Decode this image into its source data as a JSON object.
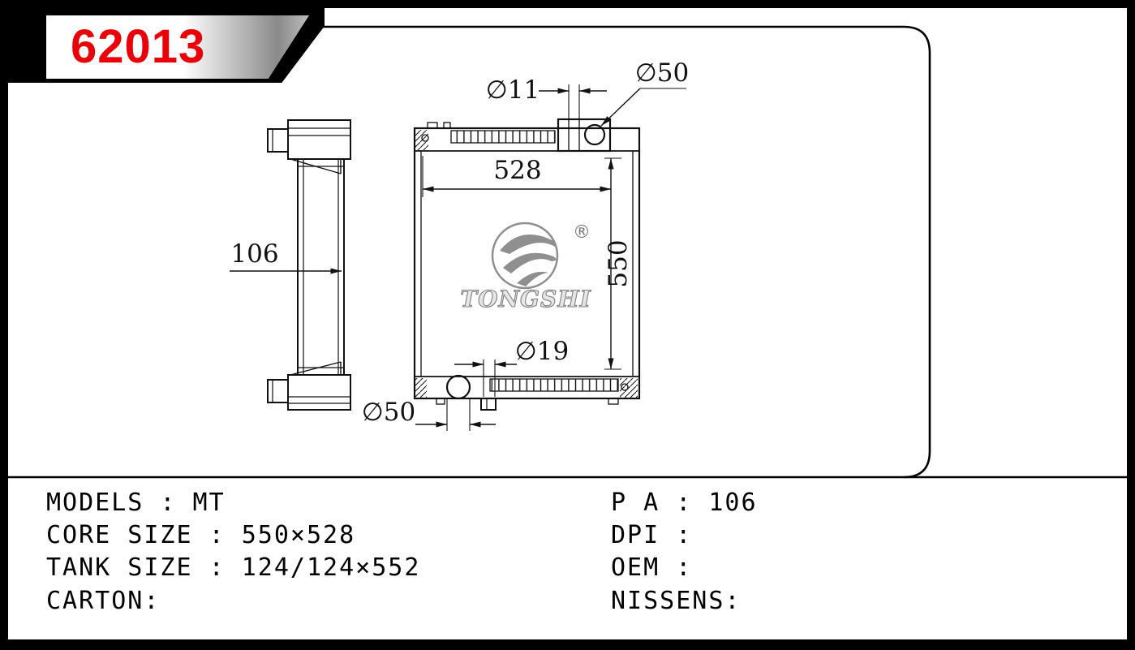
{
  "badge": {
    "part_number": "62013"
  },
  "logo": {
    "brand": "TONGSHI",
    "registered": "®"
  },
  "drawing": {
    "dim_side_width": "106",
    "dim_core_width": "528",
    "dim_core_height": "550",
    "dim_top_hole": "∅11",
    "dim_top_neck": "∅50",
    "dim_bottom_hole": "∅19",
    "dim_bottom_outlet": "∅50"
  },
  "specs": {
    "left": [
      {
        "text": "MODELS : MT"
      },
      {
        "text": "CORE SIZE : 550×528"
      },
      {
        "text": "TANK SIZE : 124/124×552"
      },
      {
        "text": "CARTON:"
      }
    ],
    "right": [
      {
        "text": "P A : 106"
      },
      {
        "text": "DPI :"
      },
      {
        "text": "OEM :"
      },
      {
        "text": "NISSENS:"
      }
    ]
  }
}
